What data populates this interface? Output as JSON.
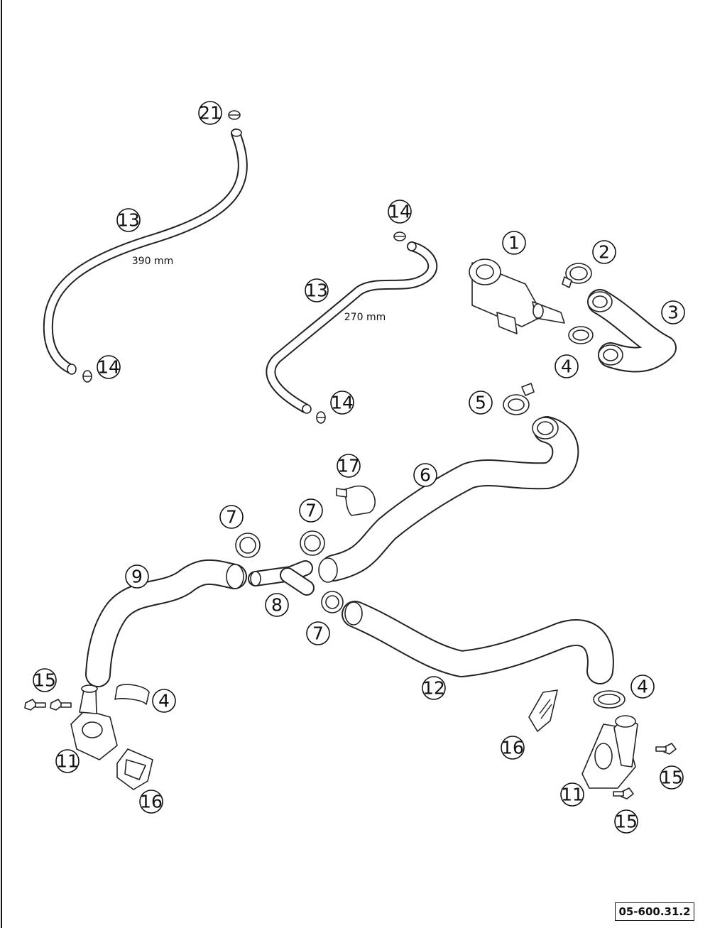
{
  "callouts": [
    {
      "id": "c21",
      "label": "21"
    },
    {
      "id": "c13a",
      "label": "13"
    },
    {
      "id": "c14a",
      "label": "14"
    },
    {
      "id": "c14b",
      "label": "14"
    },
    {
      "id": "c13b",
      "label": "13"
    },
    {
      "id": "c14c",
      "label": "14"
    },
    {
      "id": "c1",
      "label": "1"
    },
    {
      "id": "c2",
      "label": "2"
    },
    {
      "id": "c3",
      "label": "3"
    },
    {
      "id": "c4a",
      "label": "4"
    },
    {
      "id": "c5",
      "label": "5"
    },
    {
      "id": "c17",
      "label": "17"
    },
    {
      "id": "c6",
      "label": "6"
    },
    {
      "id": "c7a",
      "label": "7"
    },
    {
      "id": "c7b",
      "label": "7"
    },
    {
      "id": "c9",
      "label": "9"
    },
    {
      "id": "c8",
      "label": "8"
    },
    {
      "id": "c7c",
      "label": "7"
    },
    {
      "id": "c15a",
      "label": "15"
    },
    {
      "id": "c4b",
      "label": "4"
    },
    {
      "id": "c11a",
      "label": "11"
    },
    {
      "id": "c16a",
      "label": "16"
    },
    {
      "id": "c12",
      "label": "12"
    },
    {
      "id": "c4c",
      "label": "4"
    },
    {
      "id": "c16b",
      "label": "16"
    },
    {
      "id": "c15b",
      "label": "15"
    },
    {
      "id": "c11b",
      "label": "11"
    },
    {
      "id": "c15c",
      "label": "15"
    }
  ],
  "dimensions": {
    "long_hose": "390 mm",
    "short_hose": "270 mm"
  },
  "reference_code": "05-600.31.2"
}
